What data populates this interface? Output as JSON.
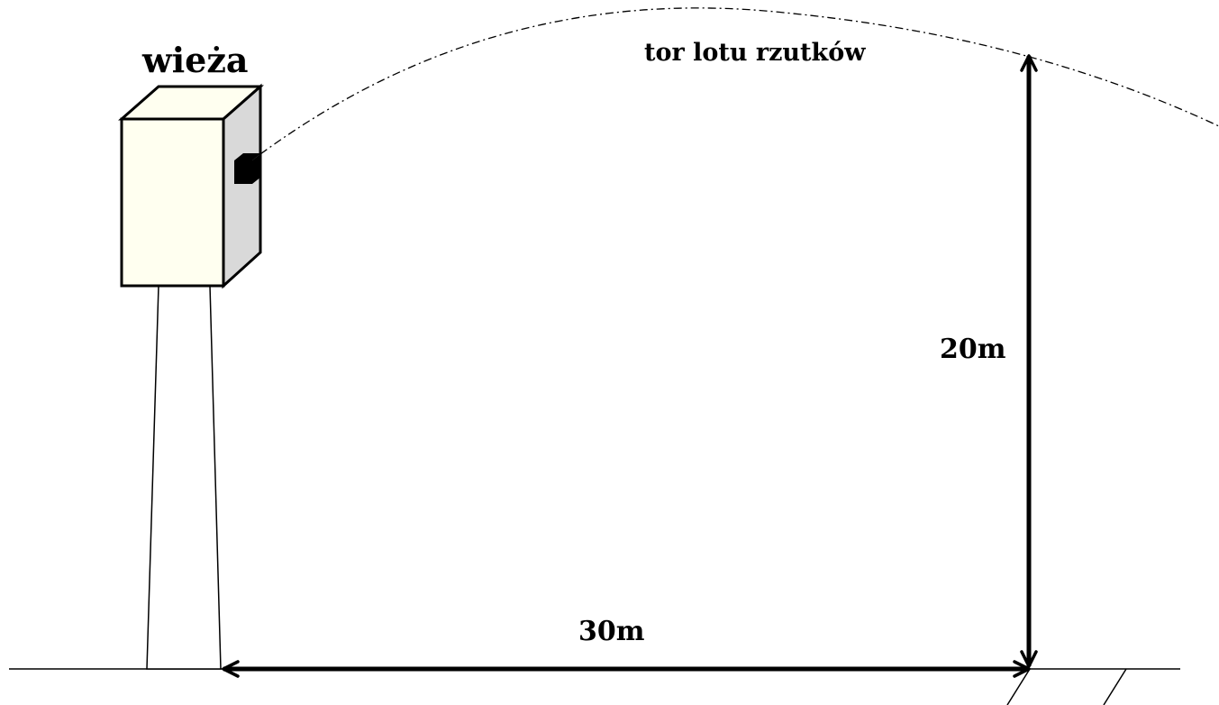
{
  "labels": {
    "tower": "wieża",
    "trajectory": "tor lotu rzutków",
    "height": "20m",
    "distance": "30m"
  },
  "colors": {
    "tower_front": "#fffff0",
    "tower_side": "#d9d9d9",
    "thrower_box": "#000000",
    "lines": "#000000"
  }
}
